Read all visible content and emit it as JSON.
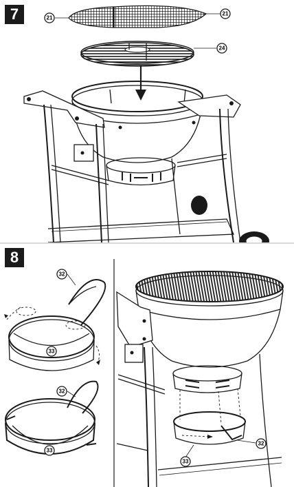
{
  "step7": {
    "number": "7",
    "callouts": [
      "21",
      "21",
      "24"
    ]
  },
  "step8": {
    "number": "8",
    "callouts": [
      "32",
      "33",
      "32",
      "33",
      "32",
      "33"
    ]
  }
}
